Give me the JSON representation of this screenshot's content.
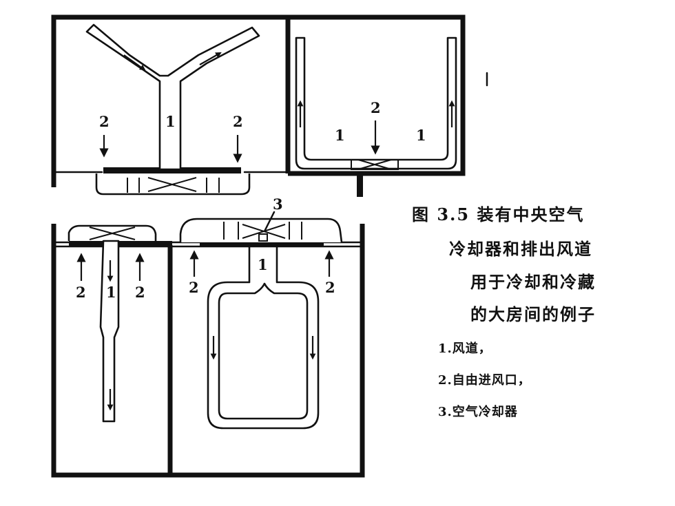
{
  "labels": {
    "duct": "1",
    "inlet": "2",
    "cooler": "3"
  },
  "caption": {
    "title_line1": "图 3.5  装有中央空气",
    "title_line2": "冷却器和排出风道",
    "title_line3": "用于冷却和冷藏",
    "title_line4": "的大房间的例子"
  },
  "legend": {
    "item1": "1.风道，",
    "item2": "2.自由进风口，",
    "item3": "3.空气冷却器"
  }
}
